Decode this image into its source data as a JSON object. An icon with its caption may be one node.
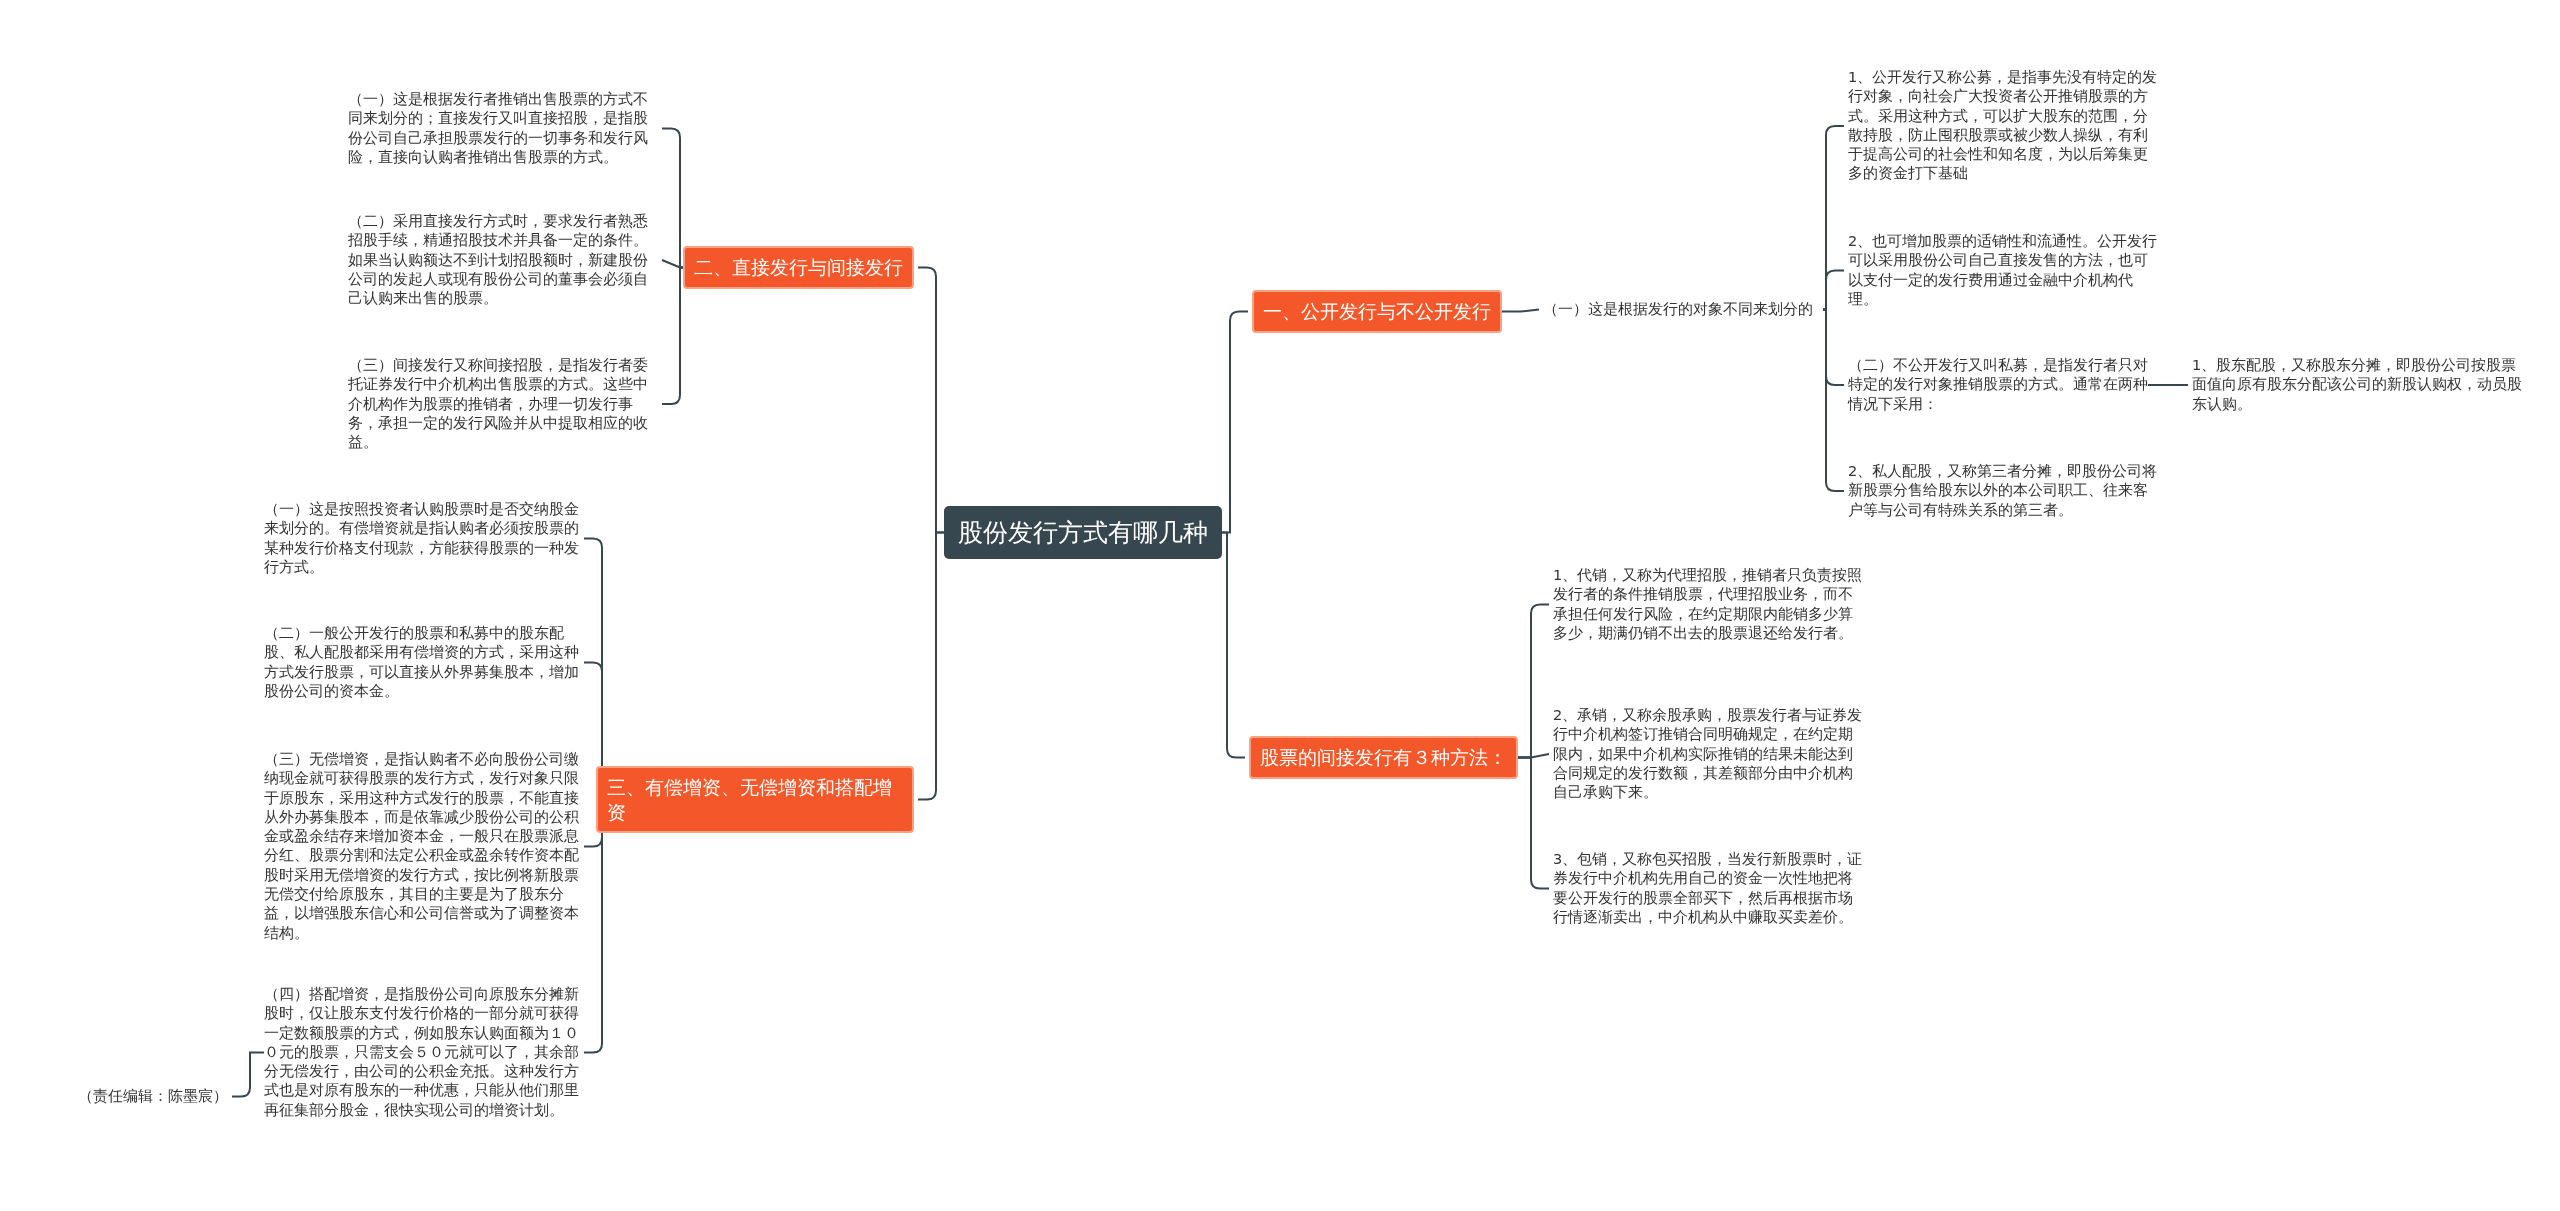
{
  "diagram": {
    "nodes": [
      {
        "text": [
          "股份发行方式有哪几种"
        ]
      },
      {
        "text": [
          "一、公开发行与不公开发行"
        ]
      },
      {
        "text": [
          "（一）这是根据发行的对象不同来划分的"
        ]
      },
      {
        "text": [
          "1、公开发行又称公募，是指事先没有特定的发行对象，向社会广大投资者公开推销股票的方式。采用这种方式，可以扩大股东的范围，分散持股，防止囤积股票或被少数人操纵，有利于提高公司的社会性和知名度，为以后筹集更多的资金打下基础"
        ]
      },
      {
        "text": [
          "2、也可增加股票的适销性和流通性。公开发行可以采用股份公司自己直接发售的方法，也可以支付一定的发行费用通过金融中介机构代理。"
        ]
      },
      {
        "text": [
          "（二）不公开发行又叫私募，是指发行者只对特定的发行对象推销股票的方式。通常在两种情况下采用："
        ]
      },
      {
        "text": [
          "1、股东配股，又称股东分摊，即股份公司按股票面值向原有股东分配该公司的新股认购权，动员股东认购。"
        ]
      },
      {
        "text": [
          "2、私人配股，又称第三者分摊，即股份公司将新股票分售给股东以外的本公司职工、往来客户等与公司有特殊关系的第三者。"
        ]
      },
      {
        "text": [
          "股票的间接发行有３种方法："
        ]
      },
      {
        "text": [
          "1、代销，又称为代理招股，推销者只负责按照发行者的条件推销股票，代理招股业务，而不承担任何发行风险，在约定期限内能销多少算多少，期满仍销不出去的股票退还给发行者。"
        ]
      },
      {
        "text": [
          "2、承销，又称余股承购，股票发行者与证券发行中介机构签订推销合同明确规定，在约定期限内，如果中介机构实际推销的结果未能达到合同规定的发行数额，其差额部分由中介机构自己承购下来。"
        ]
      },
      {
        "text": [
          "3、包销，又称包买招股，当发行新股票时，证券发行中介机构先用自己的资金一次性地把将要公开发行的股票全部买下，然后再根据市场行情逐渐卖出，中介机构从中赚取买卖差价。"
        ]
      },
      {
        "text": [
          "二、直接发行与间接发行"
        ]
      },
      {
        "text": [
          "（一）这是根据发行者推销出售股票的方式不同来划分的；直接发行又叫直接招股，是指股份公司自己承担股票发行的一切事务和发行风险，直接向认购者推销出售股票的方式。"
        ]
      },
      {
        "text": [
          "（二）采用直接发行方式时，要求发行者熟悉招股手续，精通招股技术并具备一定的条件。如果当认购额达不到计划招股额时，新建股份公司的发起人或现有股份公司的董事会必须自己认购来出售的股票。"
        ]
      },
      {
        "text": [
          "（三）间接发行又称间接招股，是指发行者委托证券发行中介机构出售股票的方式。这些中介机构作为股票的推销者，办理一切发行事务，承担一定的发行风险并从中提取相应的收益。"
        ]
      },
      {
        "text": [
          "三、有偿增资、无偿增资和搭配增资"
        ]
      },
      {
        "text": [
          "（一）这是按照投资者认购股票时是否交纳股金来划分的。有偿增资就是指认购者必须按股票的某种发行价格支付现款，方能获得股票的一种发行方式。"
        ]
      },
      {
        "text": [
          "（二）一般公开发行的股票和私募中的股东配股、私人配股都采用有偿增资的方式，采用这种方式发行股票，可以直接从外界募集股本，增加股份公司的资本金。"
        ]
      },
      {
        "text": [
          "（三）无偿增资，是指认购者不必向股份公司缴纳现金就可获得股票的发行方式，发行对象只限于原股东，采用这种方式发行的股票，不能直接从外办募集股本，而是依靠减少股份公司的公积金或盈余结存来增加资本金，一般只在股票派息分红、股票分割和法定公积金或盈余转作资本配股时采用无偿增资的发行方式，按比例将新股票无偿交付给原股东，其目的主要是为了股东分益，以增强股东信心和公司信誉或为了调整资本结构。"
        ]
      },
      {
        "text": [
          "（四）搭配增资，是指股份公司向原股东分摊新股时，仅让股东支付发行价格的一部分就可获得一定数额股票的方式，例如股东认购面额为１００元的股票，只需支会５０元就可以了，其余部分无偿发行，由公司的公积金充抵。这种发行方式也是对原有股东的一种优惠，只能从他们那里再征集部分股金，很快实现公司的增资计划。"
        ]
      },
      {
        "text": [
          "（责任编辑：陈墨宸）"
        ]
      }
    ],
    "edges": [
      {
        "from": 0,
        "to": 1,
        "arrow": "none"
      },
      {
        "from": 1,
        "to": 2,
        "arrow": "none"
      },
      {
        "from": 2,
        "to": 3,
        "arrow": "none"
      },
      {
        "from": 2,
        "to": 4,
        "arrow": "none"
      },
      {
        "from": 2,
        "to": 5,
        "arrow": "none"
      },
      {
        "from": 5,
        "to": 6,
        "arrow": "none"
      },
      {
        "from": 2,
        "to": 7,
        "arrow": "none"
      },
      {
        "from": 0,
        "to": 8,
        "arrow": "none"
      },
      {
        "from": 8,
        "to": 9,
        "arrow": "none"
      },
      {
        "from": 8,
        "to": 10,
        "arrow": "none"
      },
      {
        "from": 8,
        "to": 11,
        "arrow": "none"
      },
      {
        "from": 0,
        "to": 12,
        "arrow": "none"
      },
      {
        "from": 12,
        "to": 13,
        "arrow": "none"
      },
      {
        "from": 12,
        "to": 14,
        "arrow": "none"
      },
      {
        "from": 12,
        "to": 15,
        "arrow": "none"
      },
      {
        "from": 0,
        "to": 16,
        "arrow": "none"
      },
      {
        "from": 16,
        "to": 17,
        "arrow": "none"
      },
      {
        "from": 16,
        "to": 18,
        "arrow": "none"
      },
      {
        "from": 16,
        "to": 19,
        "arrow": "none"
      },
      {
        "from": 16,
        "to": 20,
        "arrow": "none"
      },
      {
        "from": 20,
        "to": 21,
        "arrow": "none"
      }
    ]
  }
}
